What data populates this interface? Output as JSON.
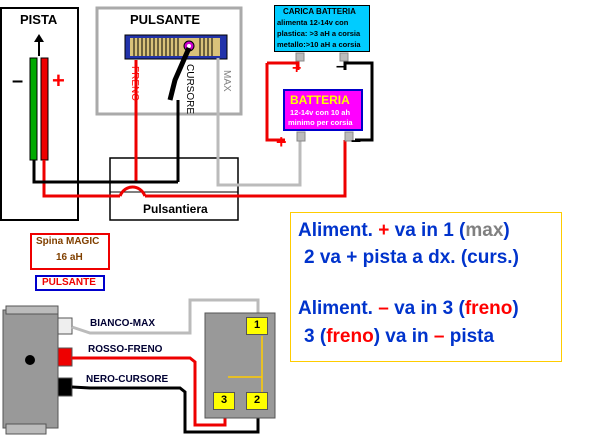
{
  "track": {
    "title": "PISTA",
    "minus": "–",
    "plus": "+"
  },
  "button": {
    "title": "PULSANTE",
    "freno": "FRENO",
    "cursore": "CURSORE",
    "max": "MAX"
  },
  "charger": {
    "lines": [
      "CARICA BATTERIA",
      "alimenta 12-14v con",
      "plastica: >3 aH a corsia",
      "metallo:>10 aH a corsia"
    ],
    "plus": "+",
    "minus": "–"
  },
  "battery": {
    "title": "BATTERIA",
    "lines": [
      "12-14v con 10 ah",
      "minimo per corsia"
    ],
    "plus": "+",
    "minus": "–"
  },
  "controller": {
    "title": "Pulsantiera"
  },
  "magic": {
    "line1": "Spina MAGIC",
    "line2": "16 aH"
  },
  "pulsante_tag": "PULSANTE",
  "wires": {
    "white": "BIANCO-MAX",
    "red": "ROSSO-FRENO",
    "black": "NERO-CURSORE"
  },
  "terminals": {
    "t1": "1",
    "t2": "2",
    "t3": "3"
  },
  "notes": {
    "l1": {
      "a": "Aliment. ",
      "b": "+",
      "c": " va in 1 (",
      "d": "max",
      "e": ")"
    },
    "l2": {
      "a": "2 va + pista a dx. (curs.)"
    },
    "l3": {
      "a": "Aliment. ",
      "b": "–",
      "c": " va in 3 (",
      "d": "freno",
      "e": ")"
    },
    "l4": {
      "a": "3 (",
      "b": "freno",
      "c": ")  va in ",
      "d": "–",
      "e": " pista"
    }
  }
}
